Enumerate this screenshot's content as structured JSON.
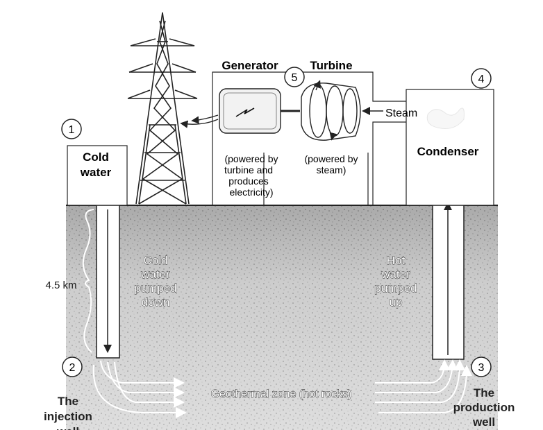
{
  "steps": {
    "s1": "1",
    "s2": "2",
    "s3": "3",
    "s4": "4",
    "s5": "5"
  },
  "buildings": {
    "cold_water": [
      "Cold",
      "water"
    ],
    "condenser": "Condenser"
  },
  "plant": {
    "generator": "Generator",
    "turbine": "Turbine",
    "steam": "Steam",
    "generator_note": [
      "(powered by",
      "turbine and",
      "produces",
      "electricity)"
    ],
    "turbine_note": [
      "(powered by",
      "steam)"
    ]
  },
  "underground": {
    "depth": "4.5 km",
    "cold_flow": [
      "Cold",
      "water",
      "pumped",
      "down"
    ],
    "hot_flow": [
      "Hot",
      "water",
      "pumped",
      "up"
    ],
    "zone": "Geothermal zone (hot rocks)",
    "injection_well": [
      "The",
      "injection",
      "well"
    ],
    "production_well": [
      "The",
      "production",
      "well"
    ]
  },
  "colors": {
    "ground": "#d9d9d9",
    "line": "#222222",
    "flow": "#ffffff"
  }
}
